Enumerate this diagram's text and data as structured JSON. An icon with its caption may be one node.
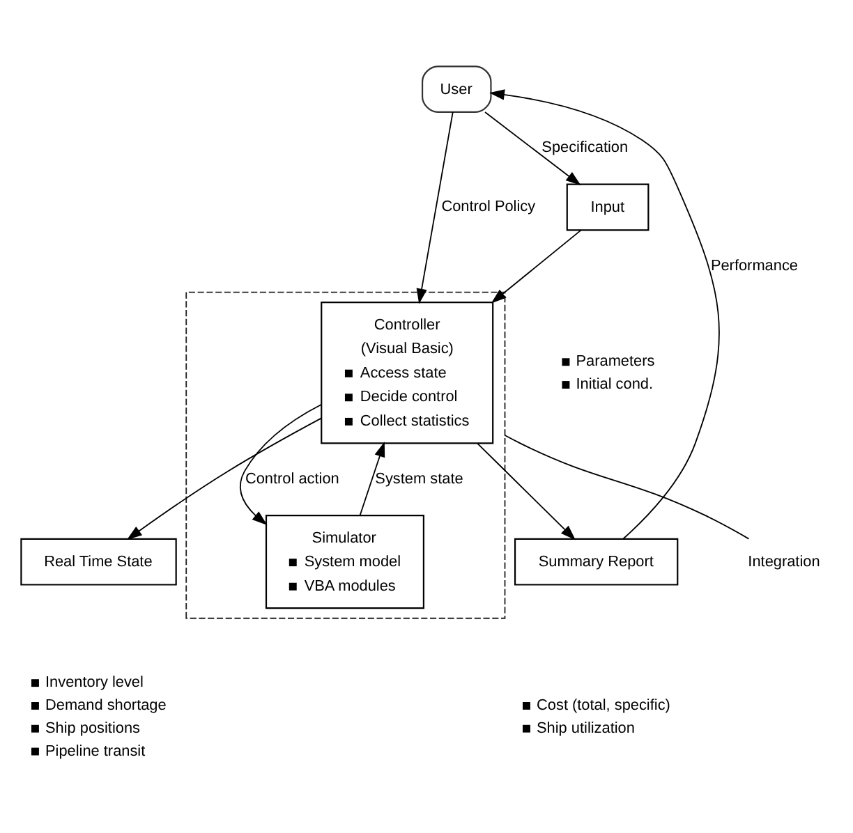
{
  "diagram": {
    "nodes": [
      {
        "text": [
          "User"
        ]
      },
      {
        "text": [
          "Input"
        ],
        "beside": [
          "Parameters",
          "Initial cond."
        ]
      },
      {
        "text": [],
        "shape": "box"
      },
      {
        "text": [
          "Controller",
          "(Visual Basic)",
          "Access state",
          "Decide control",
          "Collect statistics"
        ],
        "in": 2
      },
      {
        "text": [
          "Simulator",
          "System model",
          "VBA modules"
        ],
        "in": 2
      },
      {
        "text": [
          "Summary Report"
        ],
        "beside": [
          "Cost (total, specific)",
          "Ship utilization"
        ]
      },
      {
        "text": [
          "Real Time State"
        ],
        "beside": [
          "Inventory level",
          "Demand shortage",
          "Ship positions",
          "Pipeline transit"
        ]
      },
      {
        "text": [
          "Integration"
        ]
      }
    ],
    "edges": [
      {
        "from": 0,
        "to": 1,
        "arrow": "to",
        "label": "Specification"
      },
      {
        "from": 5,
        "to": 0,
        "arrow": "to",
        "label": "Performance"
      },
      {
        "from": 0,
        "to": 3,
        "arrow": "to",
        "label": "Control Policy"
      },
      {
        "from": 1,
        "to": 3,
        "arrow": "to"
      },
      {
        "from": 3,
        "to": 5,
        "arrow": "to"
      },
      {
        "from": 3,
        "to": 6,
        "arrow": "to"
      },
      {
        "from": 3,
        "to": 4,
        "arrow": "to",
        "label": "Control action"
      },
      {
        "from": 4,
        "to": 3,
        "arrow": "to",
        "label": "System state"
      },
      {
        "from": 7,
        "to": 2,
        "arrow": "none"
      }
    ]
  }
}
